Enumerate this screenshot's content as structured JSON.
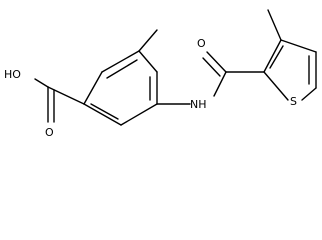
{
  "structure": {
    "atom_labels": {
      "hydroxyl": "HO",
      "carbonyl_oxygen_acid": "O",
      "carbonyl_oxygen_amide": "O",
      "amide_nitrogen": "NH",
      "thiophene_sulfur": "S"
    }
  },
  "colors": {
    "background": "#ffffff",
    "ink": "#000000"
  }
}
